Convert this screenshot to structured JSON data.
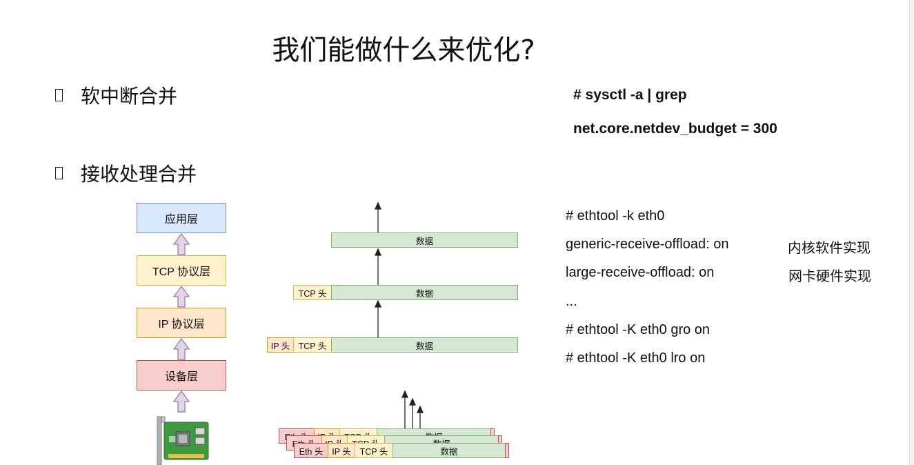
{
  "title": "我们能做什么来优化?",
  "bullets": [
    "软中断合并",
    "接收处理合并"
  ],
  "sysctl": {
    "cmd": "# sysctl  -a | grep",
    "output": "net.core.netdev_budget = 300"
  },
  "ethtool": {
    "line1": "# ethtool -k eth0",
    "line2": "generic-receive-offload: on",
    "line2_note": "内核软件实现",
    "line3": "large-receive-offload: on",
    "line3_note": "网卡硬件实现",
    "line4": "...",
    "line5": "# ethtool -K eth0 gro on",
    "line6": "# ethtool -K eth0 lro on"
  },
  "stack": {
    "app": "应用层",
    "tcp": "TCP 协议层",
    "ip": "IP 协议层",
    "dev": "设备层"
  },
  "packets": {
    "data": "数据",
    "tcp_head": "TCP 头",
    "ip_head": "IP 头",
    "eth_head": "Eth 头"
  },
  "colors": {
    "app_fill": "#dae8fc",
    "app_border": "#6c8ebf",
    "tcp_fill": "#fff2cc",
    "tcp_border": "#d6b656",
    "ip_fill": "#ffe6cc",
    "ip_border": "#d79b00",
    "dev_fill": "#f8cecc",
    "dev_border": "#b85450",
    "data_fill": "#d5e8d4",
    "data_border": "#82b366",
    "arrow_fill": "#e1d5e7",
    "arrow_border": "#9673a6"
  }
}
